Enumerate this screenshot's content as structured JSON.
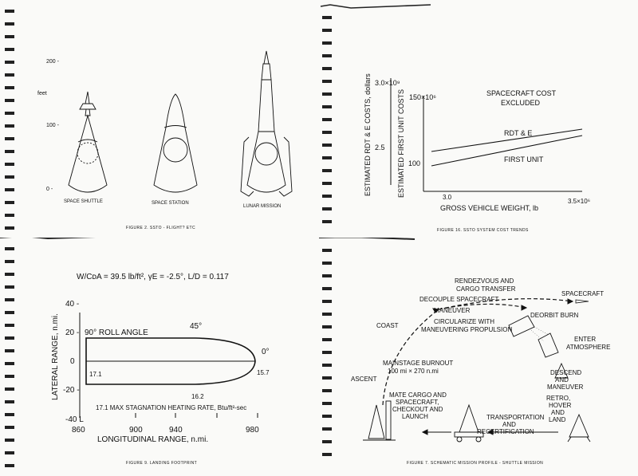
{
  "fig1": {
    "y_ticks": [
      "200 -",
      "100 -",
      "0 -"
    ],
    "y_unit": "feet",
    "labels": [
      "SPACE SHUTTLE",
      "SPACE STATION",
      "LUNAR MISSION"
    ],
    "caption": "FIGURE 2.   SSTO - FLIGHT? ETC"
  },
  "fig2": {
    "ylabel_outer": "ESTIMATED RDT & E COSTS, dollars",
    "ylabel_inner": "ESTIMATED FIRST UNIT COSTS",
    "outer_top_tick": "3.0×10⁹",
    "outer_mid_tick": "2.5",
    "inner_top_tick": "150×10⁶",
    "inner_mid_tick": "100",
    "x_tick_left": "3.0",
    "x_tick_right": "3.5×10⁶",
    "xlabel": "GROSS VEHICLE WEIGHT, lb",
    "note_line1": "SPACECRAFT COST",
    "note_line2": "EXCLUDED",
    "series": [
      "RDT & E",
      "FIRST UNIT"
    ],
    "caption": "FIGURE 16.  SSTO SYSTEM COST TRENDS"
  },
  "fig3": {
    "formula": "W/CᴅA = 39.5 lb/ft²,  γE = -2.5°,  L/D = 0.117",
    "y_ticks": [
      "40 -",
      "20 -",
      "0",
      "-20 -",
      "-40 L"
    ],
    "ylabel": "LATERAL RANGE, n.mi.",
    "x_ticks": [
      "860",
      "900",
      "940",
      "980"
    ],
    "xlabel": "LONGITUDINAL RANGE, n.mi.",
    "roll_angle": "90° ROLL ANGLE",
    "angle_45": "45°",
    "angle_0": "0°",
    "v_17_1": "17.1",
    "v_15_7": "15.7",
    "v_16_2": "16.2",
    "heating_note": "17.1 MAX STAGNATION HEATING RATE, Btu/ft²-sec",
    "caption": "FIGURE 9.  LANDING FOOTPRINT"
  },
  "fig4": {
    "rendezvous_1": "RENDEZVOUS AND",
    "rendezvous_2": "CARGO TRANSFER",
    "decouple": "DECOUPLE SPACECRAFT",
    "spacecraft": "SPACECRAFT",
    "maneuver": "MANEUVER",
    "deorbit": "DEORBIT BURN",
    "coast": "COAST",
    "circularize_1": "CIRCULARIZE WITH",
    "circularize_2": "MANEUVERING PROPULSION",
    "enter_1": "ENTER",
    "enter_2": "ATMOSPHERE",
    "burnout_1": "MAINSTAGE BURNOUT",
    "burnout_2": "100 mi × 270 n.mi",
    "descend_1": "DESCEND",
    "descend_2": "AND",
    "descend_3": "MANEUVER",
    "ascent": "ASCENT",
    "retro_1": "RETRO,",
    "retro_2": "HOVER",
    "retro_3": "AND",
    "retro_4": "LAND",
    "mate_1": "MATE CARGO AND",
    "mate_2": "SPACECRAFT,",
    "mate_3": "CHECKOUT AND",
    "mate_4": "LAUNCH",
    "transport_1": "TRANSPORTATION",
    "transport_2": "AND",
    "transport_3": "RECERTIFICATION",
    "caption": "FIGURE 7.  SCHEMATIC MISSION PROFILE - SHUTTLE MISSION"
  }
}
